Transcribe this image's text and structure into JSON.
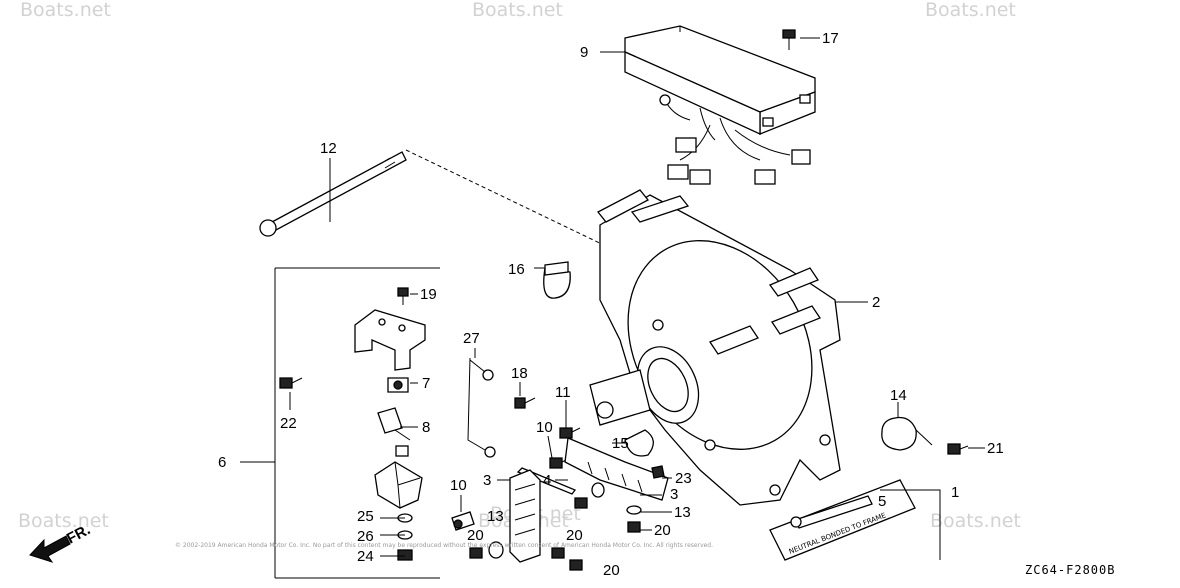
{
  "watermarks": [
    "Boats.net",
    "Boats.net",
    "Boats.net",
    "Boats.net",
    "Boats.net",
    "Boats.net",
    "Boats.net"
  ],
  "callouts": [
    "1",
    "2",
    "3",
    "3",
    "4",
    "5",
    "6",
    "7",
    "8",
    "9",
    "10",
    "10",
    "11",
    "12",
    "13",
    "13",
    "14",
    "15",
    "16",
    "17",
    "18",
    "19",
    "20",
    "20",
    "20",
    "20",
    "21",
    "22",
    "23",
    "24",
    "25",
    "26",
    "27"
  ],
  "tag_text": "NEUTRAL BONDED TO FRAME",
  "direction_label": "FR.",
  "figure_code": "ZC64-F2800B",
  "copyright": "© 2002-2019 American Honda Motor Co. Inc. No part of this content may be reproduced without the express written consent of American Honda Motor Co. Inc. All rights reserved."
}
